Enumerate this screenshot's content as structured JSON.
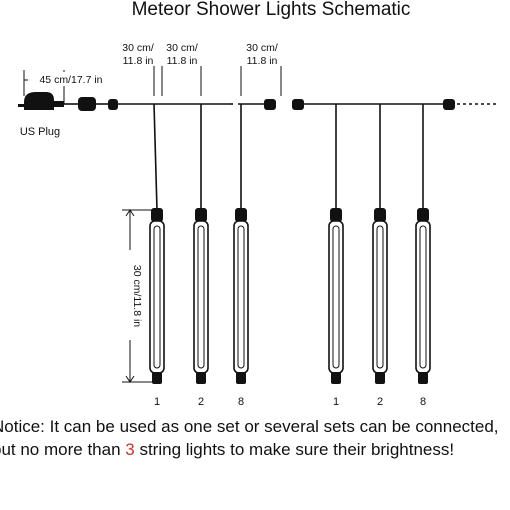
{
  "title": "Meteor Shower Lights Schematic",
  "plug_label": "US Plug",
  "cord_length": "45 cm/17.7 in",
  "spacing_cm": "30 cm/",
  "spacing_in": "11.8 in",
  "tube_length": "30 cm/11.8 in",
  "tube_numbers": {
    "set1": [
      "1",
      "2",
      "8"
    ],
    "set2": [
      "1",
      "2",
      "8"
    ]
  },
  "notice": {
    "before": "Notice: It can be used as one set or several sets can be connected, but no more than ",
    "number": "3",
    "after": " string lights to make sure their brightness!"
  },
  "colors": {
    "line": "#111111",
    "notice_number": "#c0392b"
  }
}
